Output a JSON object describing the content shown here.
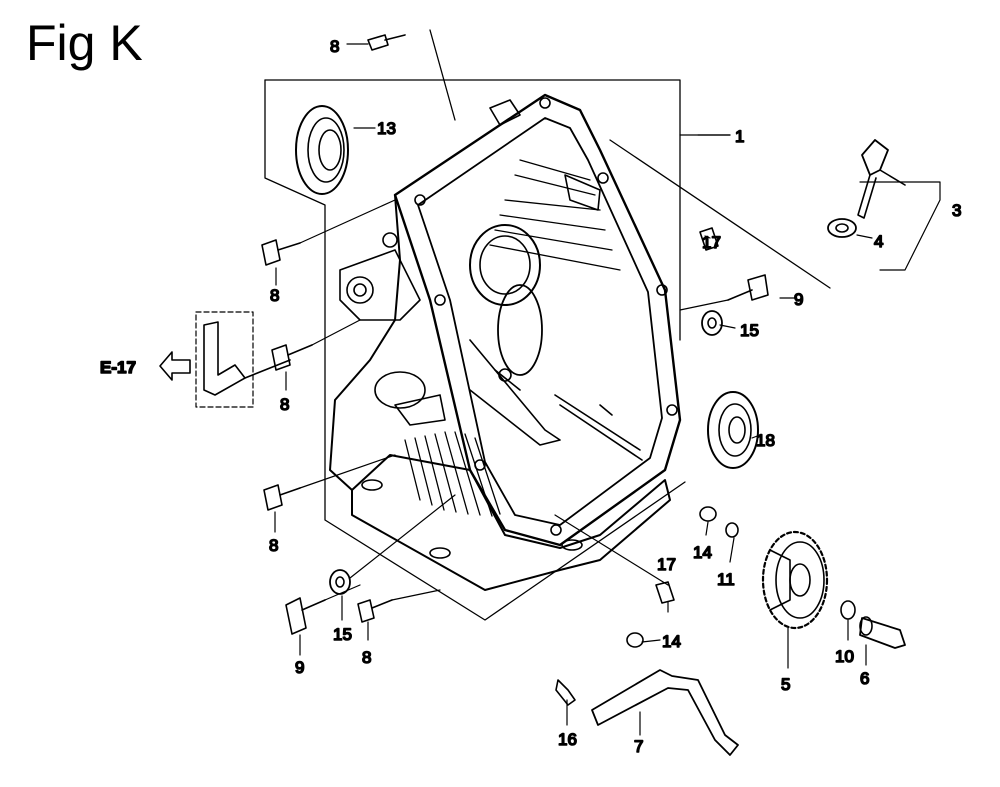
{
  "figure": {
    "title": "Fig K"
  },
  "reference": {
    "label": "E-17"
  },
  "callouts": {
    "c1": "1",
    "c3": "3",
    "c4": "4",
    "c5": "5",
    "c6": "6",
    "c7": "7",
    "c8a": "8",
    "c8b": "8",
    "c8c": "8",
    "c8d": "8",
    "c8e": "8",
    "c9a": "9",
    "c9b": "9",
    "c10": "10",
    "c11": "11",
    "c13": "13",
    "c14a": "14",
    "c14b": "14",
    "c15a": "15",
    "c15b": "15",
    "c16": "16",
    "c17a": "17",
    "c17b": "17",
    "c18": "18"
  },
  "colors": {
    "ink": "#000000",
    "paper": "#ffffff"
  }
}
